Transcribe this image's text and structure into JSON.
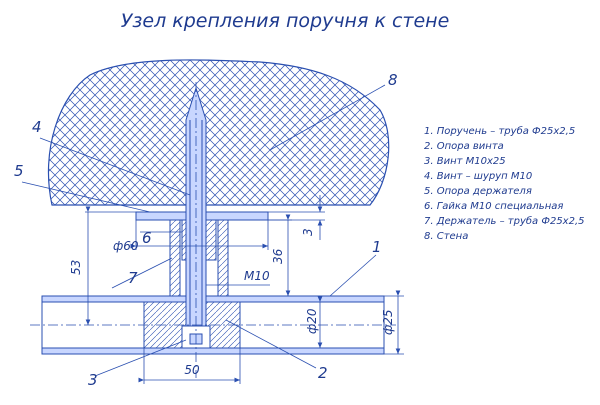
{
  "title": "Узел крепления поручня к стене",
  "callouts": {
    "c1": "1",
    "c2": "2",
    "c3": "3",
    "c4": "4",
    "c5": "5",
    "c6": "6",
    "c7": "7",
    "c8": "8"
  },
  "dimensions": {
    "d60": "ф60",
    "d53": "53",
    "d36": "36",
    "d3": "3",
    "m10": "M10",
    "d20": "ф20",
    "d25": "ф25",
    "d50": "50"
  },
  "legend": [
    "1. Поручень – труба Ф25x2,5",
    "2. Опора винта",
    "3. Винт M10x25",
    "4. Винт – шуруп M10",
    "5. Опора держателя",
    "6. Гайка M10 специальная",
    "7. Держатель – труба Ф25x2,5",
    "8. Стена"
  ],
  "colors": {
    "ink": "#2a4fb0",
    "fill": "#c8d6ff",
    "background": "#ffffff"
  }
}
